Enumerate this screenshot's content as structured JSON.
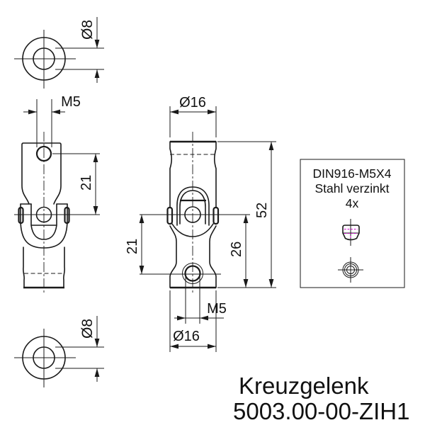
{
  "drawing": {
    "title": "Kreuzgelenk",
    "part_number": "5003.00-00-ZIH1",
    "note_box": {
      "line1": "DIN916-M5X4",
      "line2": "Stahl verzinkt",
      "line3": "4x"
    },
    "dims": {
      "top_view_bore": "Ø8",
      "bottom_view_bore": "Ø8",
      "side_thread": "M5",
      "side_pin_offset": "21",
      "front_shaft_dia_top": "Ø16",
      "front_length_total": "52",
      "front_pin_to_base": "26",
      "front_hole_pitch": "21",
      "front_thread_bottom": "M5",
      "front_shaft_dia_bottom": "Ø16"
    },
    "colors": {
      "line": "#1a1a1a",
      "thread": "#cc00cc",
      "background": "#ffffff"
    }
  }
}
